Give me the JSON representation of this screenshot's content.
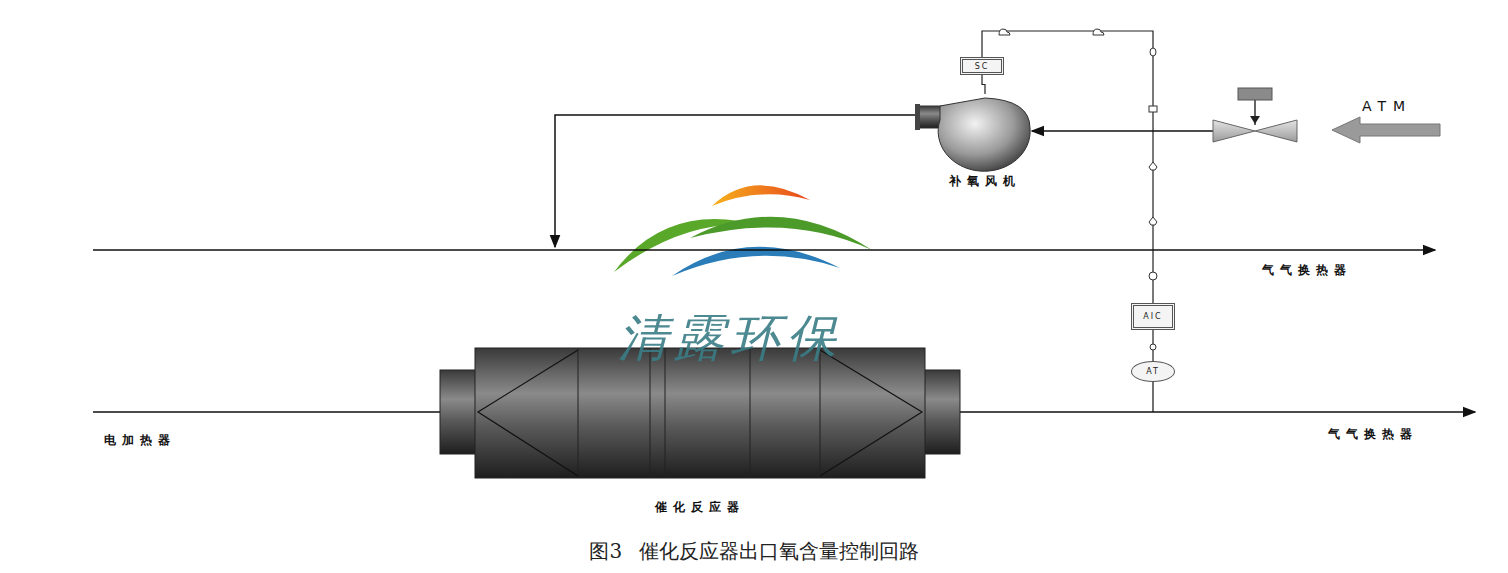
{
  "diagram": {
    "caption": "图3 催化反应器出口氧含量控制回路",
    "nodes": [
      {
        "text": [
          "SC"
        ]
      },
      {
        "text": [
          "补氧风机"
        ]
      },
      {
        "text": [
          "AIC"
        ]
      },
      {
        "text": [
          "AT"
        ]
      },
      {
        "text": [
          "催化反应器"
        ]
      }
    ],
    "edges": [
      {
        "from": 3,
        "to": 2,
        "arrow": "none"
      },
      {
        "from": 2,
        "to": 0,
        "arrow": "none"
      },
      {
        "from": 0,
        "to": 1,
        "arrow": "none"
      }
    ],
    "labels": [
      "电加热器",
      "气气换热器",
      "气气换热器",
      "ATM",
      "清露环保"
    ]
  }
}
